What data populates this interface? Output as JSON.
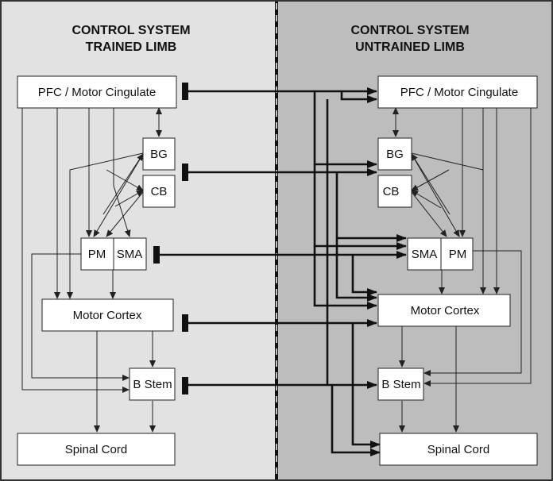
{
  "left_panel": {
    "title_line1": "CONTROL SYSTEM",
    "title_line2": "TRAINED  LIMB",
    "boxes": {
      "pfc": "PFC / Motor Cingulate",
      "bg": "BG",
      "cb": "CB",
      "pm": "PM",
      "sma": "SMA",
      "motor_cortex": "Motor Cortex",
      "bstem": "B Stem",
      "spinal": "Spinal Cord"
    }
  },
  "right_panel": {
    "title_line1": "CONTROL SYSTEM",
    "title_line2": "UNTRAINED LIMB",
    "boxes": {
      "pfc": "PFC / Motor Cingulate",
      "bg": "BG",
      "cb": "CB",
      "sma": "SMA",
      "pm": "PM",
      "motor_cortex": "Motor Cortex",
      "bstem": "B Stem",
      "spinal": "Spinal Cord"
    }
  },
  "colors": {
    "left_background": "#e2e2e2",
    "right_background": "#bdbdbd",
    "divider": "dashed-black-white"
  }
}
